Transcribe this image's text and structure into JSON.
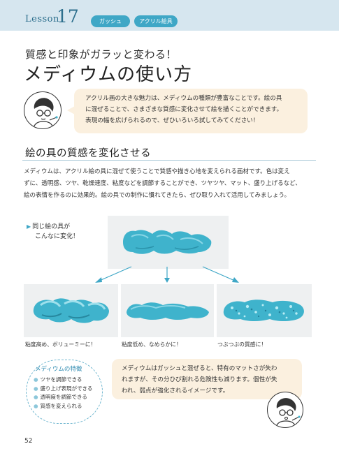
{
  "header": {
    "lesson_word": "Lesson",
    "lesson_number": "17",
    "tags": [
      "ガッシュ",
      "アクリル絵具"
    ]
  },
  "subtitle": "質感と印象がガラッと変わる！",
  "title": "メディウムの使い方",
  "intro_bubble": {
    "lines": [
      "アクリル画の大きな魅力は、メディウムの種類が豊富なことです。絵の具",
      "に混ぜることで、さまざまな質感に変化させて絵を描くことができます。",
      "表現の幅を広げられるので、ぜひいろいろ試してみてください！"
    ]
  },
  "section": {
    "title": "絵の具の質感を変化させる",
    "body_lines": [
      "メディウムは、アクリル絵の具に混ぜて使うことで質感や描き心地を変えられる画材です。色は変え",
      "ずに、透明感、ツヤ、乾燥速度、粘度などを調節することができ、ツヤツヤ、マット、盛り上げるなど、",
      "絵の表情を作るのに効果的。絵の具での制作に慣れてきたら、ぜひ取り入れて活用してみましょう。"
    ]
  },
  "illustration": {
    "label_line1": "同じ絵の具が",
    "label_line2": "こんなに変化！",
    "captions": [
      "粘度高め、ボリューミーに！",
      "粘度低め、なめらかに！",
      "つぶつぶの質感に！"
    ]
  },
  "features": {
    "title": "メディウムの特徴",
    "items": [
      "ツヤを調節できる",
      "盛り上げ表現ができる",
      "透明度を調節できる",
      "質感を変えられる"
    ]
  },
  "note_bubble": {
    "lines": [
      "メディウムはガッシュと混ぜると、特有のマットさが失わ",
      "れますが、その分ひび割れる危険性も減ります。個性が失",
      "われ、弱点が強化されるイメージです。"
    ]
  },
  "page_number": "52",
  "colors": {
    "header_bg": "#d6e6ef",
    "accent": "#3fa7c6",
    "lesson_text": "#2d6f8d",
    "bubble_bg": "#fbf0df",
    "paint": "#3fb3cc"
  }
}
